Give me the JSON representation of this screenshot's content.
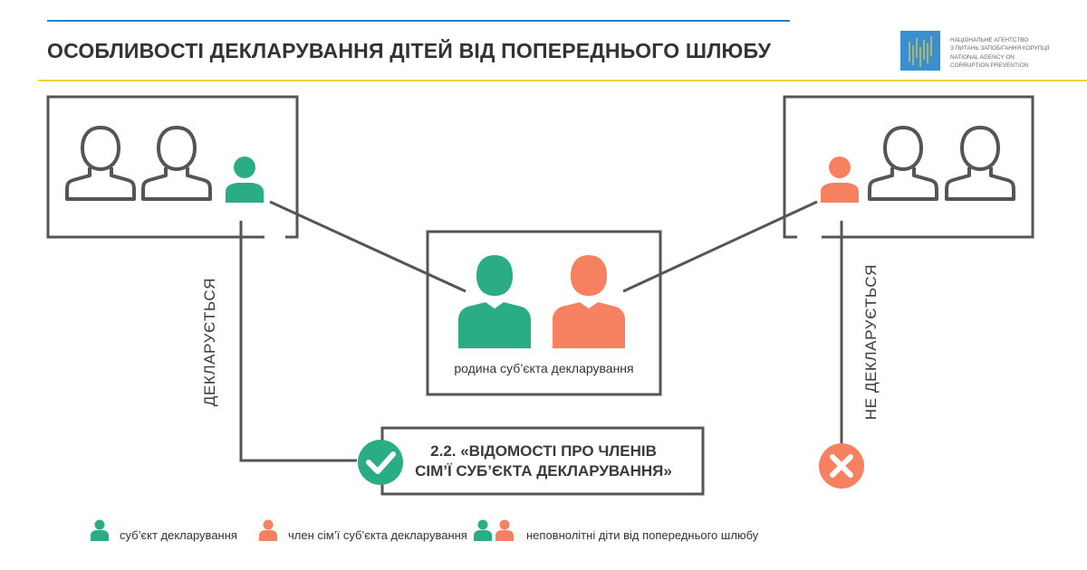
{
  "header": {
    "title": "ОСОБЛИВОСТІ ДЕКЛАРУВАННЯ ДІТЕЙ ВІД ПОПЕРЕДНЬОГО ШЛЮБУ",
    "logo_lines": [
      "НАЦІОНАЛЬНЕ АГЕНТСТВО",
      "З ПИТАНЬ ЗАПОБІГАННЯ КОРУПЦІЇ",
      "NATIONAL AGENCY ON",
      "CORRUPTION PREVENTION"
    ],
    "logo_icon": "nazk-logo"
  },
  "colors": {
    "subject": "#2aad85",
    "family_member": "#f58160",
    "outline": "#555555",
    "accent_yellow": "#f2d234",
    "accent_blue": "#2b7fc0"
  },
  "diagram": {
    "left_label": "ДЕКЛАРУЄТЬСЯ",
    "right_label": "НЕ ДЕКЛАРУЄТЬСЯ",
    "family_caption": "родина суб’єкта декларування",
    "reference_line1": "2.2. «ВІДОМОСТІ ПРО ЧЛЕНІВ",
    "reference_line2": "СІМ’Ї СУБ’ЄКТА ДЕКЛАРУВАННЯ»",
    "check_icon": "check-icon",
    "cross_icon": "cross-icon"
  },
  "legend": {
    "items": [
      {
        "label": "суб’єкт декларування",
        "icon": "person-green"
      },
      {
        "label": "член сім’ї суб’єкта декларування",
        "icon": "person-orange"
      },
      {
        "label": "неповнолітні діти від попереднього шлюбу",
        "icon": "person-green-orange"
      }
    ]
  }
}
